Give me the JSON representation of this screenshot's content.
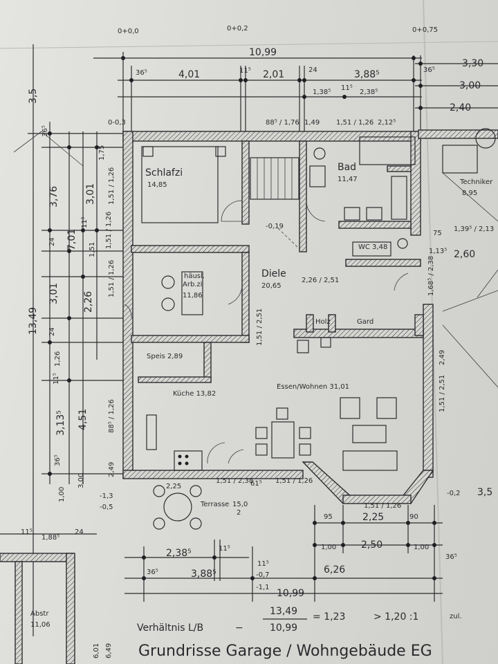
{
  "sheet": {
    "title": "Grundrisse Garage / Wohngebäude EG"
  },
  "ratio": {
    "label": "Verhältnis L/B",
    "numerator": "13,49",
    "denominator": "10,99",
    "result": "= 1,23",
    "limit": "> 1,20 :1",
    "note": "zul."
  },
  "levels": {
    "l1": "0+0,0",
    "l2": "0+0,2",
    "l3": "0+0,75",
    "l4": "0-0,3",
    "l5": "-0,5",
    "l6": "-1,3",
    "l7": "-0,2",
    "l8": "-0,7",
    "l9": "-1,1",
    "l10": "-0,19"
  },
  "rooms": {
    "schlafzi": {
      "name": "Schlafzi",
      "area": "14,85"
    },
    "bad": {
      "name": "Bad",
      "area": "11,47"
    },
    "techniker": {
      "name": "Techniker",
      "area": "8,95"
    },
    "wc": {
      "name": "WC 3,48"
    },
    "arbzi": {
      "name": "häusl.",
      "name2": "Arb.zi",
      "area": "11,86"
    },
    "diele": {
      "name": "Diele",
      "area": "20,65"
    },
    "speis": {
      "name": "Speis 2,89"
    },
    "kueche": {
      "name": "Küche 13,82"
    },
    "essen": {
      "name": "Essen/Wohnen 31,01"
    },
    "terrasse": {
      "name": "Terrasse",
      "area": "15,0",
      "sub": "2"
    },
    "abstr": {
      "name": "Abstr",
      "area": "11,06"
    },
    "holz": {
      "name": "Holz"
    },
    "gard": {
      "name": "Gard"
    }
  },
  "dims_top": {
    "overall": "10,99",
    "d1": "36⁵",
    "d2": "4,01",
    "d3": "11⁵",
    "d4": "2,01",
    "d5": "24",
    "d6": "3,88⁵",
    "d7": "36⁵",
    "d8": "1,38⁵",
    "d9": "11⁵",
    "d10": "2,38⁵",
    "r1": "3,30",
    "r2": "3,00",
    "r3": "2,40"
  },
  "dims_left": {
    "overall": "13,49",
    "a": "3,5",
    "b": "36⁵",
    "c": "3,76",
    "d": "3,01",
    "e": "7,01",
    "f": "24",
    "g": "11⁵",
    "h": "1,51",
    "i": "3,01",
    "j": "2,26",
    "k": "24",
    "l": "1,26",
    "m": "11⁵",
    "n": "3,13⁵",
    "o": "4,51",
    "p": "36⁵",
    "q": "1,00",
    "r": "3,00",
    "s": "1,88⁵",
    "t": "24",
    "u": "11⁵"
  },
  "dims_bottom": {
    "overall": "10,99",
    "a": "2,38⁵",
    "b": "11⁵",
    "c": "36⁵",
    "d": "3,88⁵",
    "e": "11⁵",
    "f": "6,26",
    "g": "95",
    "h": "2,25",
    "i": "90",
    "j": "1,00",
    "k": "2,50",
    "l": "1,00",
    "m": "36⁵"
  },
  "openings": {
    "o1": "88⁵ / 1,76",
    "o2": "1,49",
    "o3": "1,51 / 1,26",
    "o4": "2,12⁵",
    "o5": "1,51 / 1,26",
    "o6": "1,51 / 1,26",
    "o7": "2,26 / 2,51",
    "o8": "1,51 / 2,51",
    "o9": "1,51 / 2,38",
    "o10": "61⁵",
    "o11": "1,51 / 1,26",
    "o12": "1,51 / 1,26",
    "o13": "2,49",
    "o14": "1,51 / 2,51",
    "o15": "88⁵ / 1,26",
    "o16": "2,49",
    "o17": "1,51 / 1,26",
    "o18": "1,75",
    "o19": "2,60",
    "o20": "1,68⁵ / 2,38",
    "o21": "3,5",
    "o22": "6,01",
    "o23": "6,49",
    "o24": "2,25",
    "o25": "1,39⁵ / 2,13",
    "o26": "75",
    "o27": "1,13⁵"
  }
}
